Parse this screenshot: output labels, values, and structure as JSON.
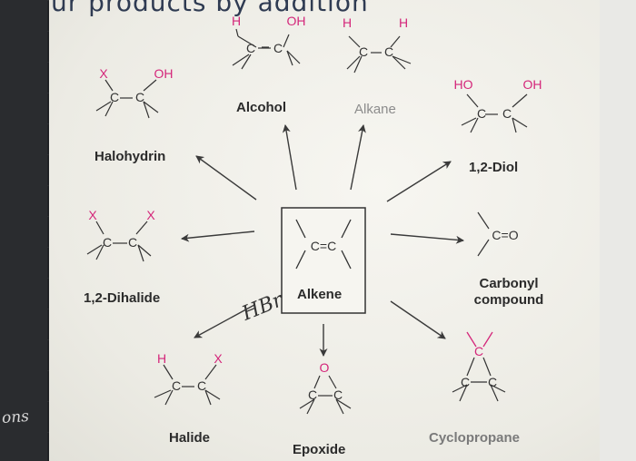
{
  "page": {
    "title": "ur products by addition",
    "side_note": "ons"
  },
  "products": {
    "alkene": "Alkene",
    "alcohol": "Alcohol",
    "alkane": "Alkane",
    "diol": "1,2-Diol",
    "halohydrin": "Halohydrin",
    "dihalide": "1,2-Dihalide",
    "carbonyl_line1": "Carbonyl",
    "carbonyl_line2": "compound",
    "halide": "Halide",
    "epoxide": "Epoxide",
    "cyclopropane": "Cyclopropane"
  },
  "annotation": {
    "handwritten_reagent": "HBr"
  },
  "atoms": {
    "carbon": "C",
    "hydrogen": "H",
    "oxygen": "O",
    "halogen": "X",
    "hydroxyl": "OH",
    "hydroxyl_left": "HO",
    "double_bond_cc": "C=C",
    "double_bond_co": "C=O"
  },
  "colors": {
    "ink": "#2b2b2b",
    "heteroatom": "#d4267a",
    "arrow": "#3a3a3a",
    "page": "#f1f0ea"
  }
}
